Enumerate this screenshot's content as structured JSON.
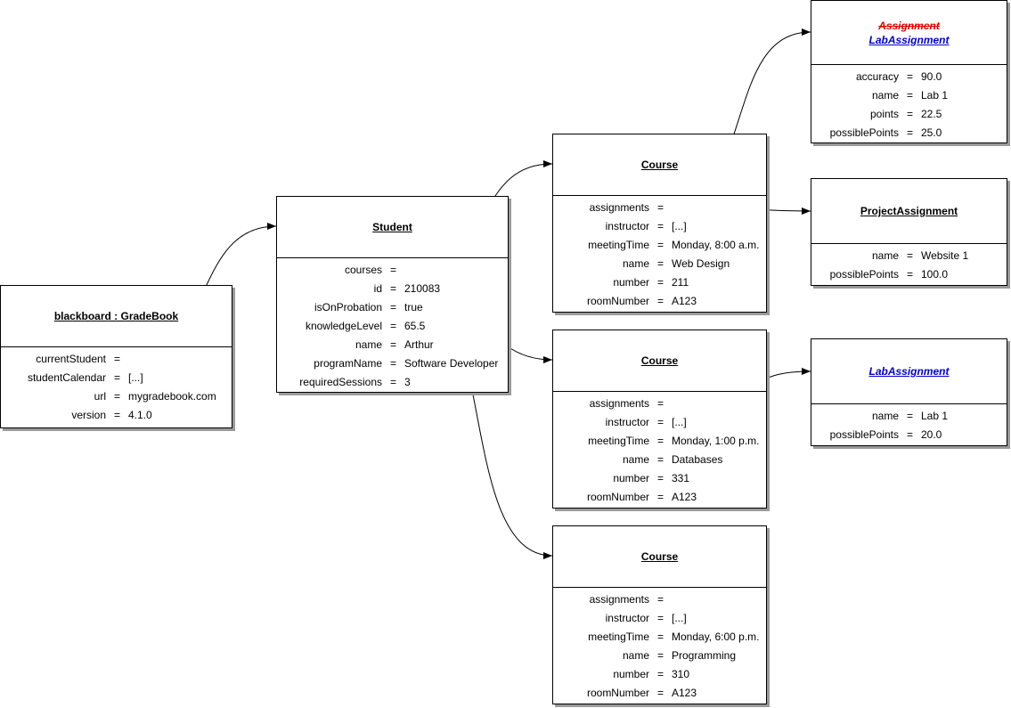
{
  "gradebook": {
    "title": "blackboard : GradeBook",
    "rows": [
      {
        "key": "currentStudent",
        "value": ""
      },
      {
        "key": "studentCalendar",
        "value": "[...]"
      },
      {
        "key": "url",
        "value": "mygradebook.com"
      },
      {
        "key": "version",
        "value": "4.1.0"
      }
    ]
  },
  "student": {
    "title": "Student",
    "rows": [
      {
        "key": "courses",
        "value": ""
      },
      {
        "key": "id",
        "value": "210083"
      },
      {
        "key": "isOnProbation",
        "value": "true"
      },
      {
        "key": "knowledgeLevel",
        "value": "65.5"
      },
      {
        "key": "name",
        "value": "Arthur"
      },
      {
        "key": "programName",
        "value": "Software Developer"
      },
      {
        "key": "requiredSessions",
        "value": "3"
      }
    ]
  },
  "course1": {
    "title": "Course",
    "rows": [
      {
        "key": "assignments",
        "value": ""
      },
      {
        "key": "instructor",
        "value": "[...]"
      },
      {
        "key": "meetingTime",
        "value": "Monday, 8:00 a.m."
      },
      {
        "key": "name",
        "value": "Web Design"
      },
      {
        "key": "number",
        "value": "211"
      },
      {
        "key": "roomNumber",
        "value": "A123"
      }
    ]
  },
  "course2": {
    "title": "Course",
    "rows": [
      {
        "key": "assignments",
        "value": ""
      },
      {
        "key": "instructor",
        "value": "[...]"
      },
      {
        "key": "meetingTime",
        "value": "Monday, 1:00 p.m."
      },
      {
        "key": "name",
        "value": "Databases"
      },
      {
        "key": "number",
        "value": "331"
      },
      {
        "key": "roomNumber",
        "value": "A123"
      }
    ]
  },
  "course3": {
    "title": "Course",
    "rows": [
      {
        "key": "assignments",
        "value": ""
      },
      {
        "key": "instructor",
        "value": "[...]"
      },
      {
        "key": "meetingTime",
        "value": "Monday, 6:00 p.m."
      },
      {
        "key": "name",
        "value": "Programming"
      },
      {
        "key": "number",
        "value": "310"
      },
      {
        "key": "roomNumber",
        "value": "A123"
      }
    ]
  },
  "labAssignment1": {
    "struck_title": "Assignment",
    "title": "LabAssignment",
    "rows": [
      {
        "key": "accuracy",
        "value": "90.0"
      },
      {
        "key": "name",
        "value": "Lab 1"
      },
      {
        "key": "points",
        "value": "22.5"
      },
      {
        "key": "possiblePoints",
        "value": "25.0"
      }
    ]
  },
  "projectAssignment": {
    "title": "ProjectAssignment",
    "rows": [
      {
        "key": "name",
        "value": "Website 1"
      },
      {
        "key": "possiblePoints",
        "value": "100.0"
      }
    ]
  },
  "labAssignment2": {
    "title": "LabAssignment",
    "rows": [
      {
        "key": "name",
        "value": "Lab 1"
      },
      {
        "key": "possiblePoints",
        "value": "20.0"
      }
    ]
  },
  "equals_sign": "=",
  "colors": {
    "link": "#0000cc",
    "struck": "#e00000",
    "shadow": "#9a9a9a"
  }
}
